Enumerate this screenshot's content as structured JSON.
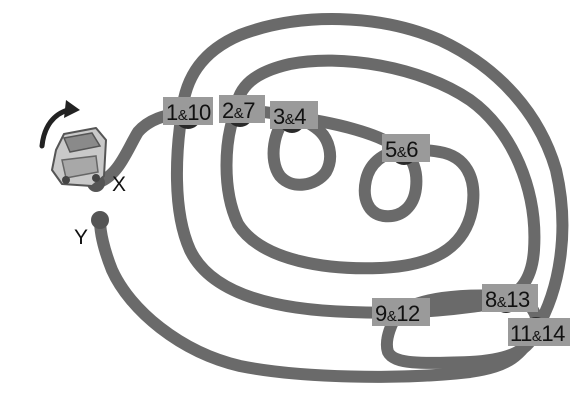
{
  "diagram": {
    "endpoints": {
      "start": "X",
      "end": "Y"
    },
    "junctions": [
      {
        "left": "1",
        "right": "10"
      },
      {
        "left": "2",
        "right": "7"
      },
      {
        "left": "3",
        "right": "4"
      },
      {
        "left": "5",
        "right": "6"
      },
      {
        "left": "8",
        "right": "13"
      },
      {
        "left": "9",
        "right": "12"
      },
      {
        "left": "11",
        "right": "14"
      }
    ],
    "separator": "&",
    "icons": [
      "car-icon",
      "direction-arrow-icon"
    ],
    "colors": {
      "track": "#6a6a6a",
      "label_background": "#9a9a9a",
      "node": "#2a2a2a",
      "text": "#111111"
    }
  }
}
